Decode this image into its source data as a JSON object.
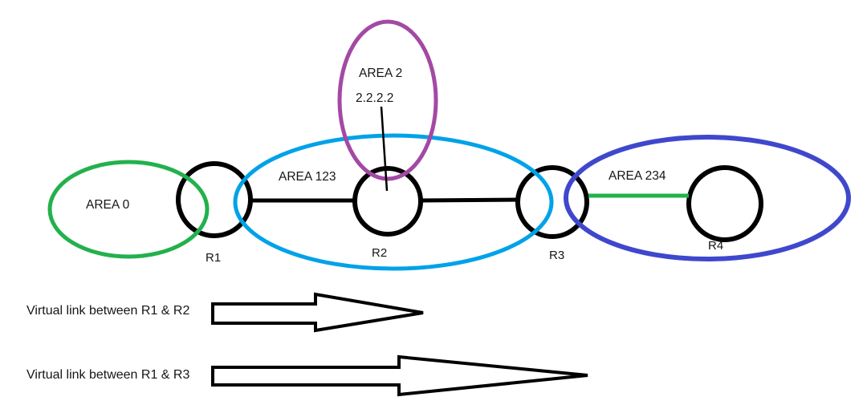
{
  "colors": {
    "black": "#000000",
    "area0_green": "#22B14C",
    "area123_cyan": "#00A2E8",
    "area2_purple": "#A349A4",
    "area234_indigo": "#3F48CC",
    "r3_r4_link_green": "#22B14C"
  },
  "areas": {
    "area0": {
      "label": "AREA 0"
    },
    "area123": {
      "label": "AREA 123"
    },
    "area2": {
      "label": "AREA 2",
      "router_id": "2.2.2.2"
    },
    "area234": {
      "label": "AREA 234"
    }
  },
  "routers": {
    "r1": {
      "label": "R1"
    },
    "r2": {
      "label": "R2"
    },
    "r3": {
      "label": "R3"
    },
    "r4": {
      "label": "R4"
    }
  },
  "legend": {
    "virtual_link_r1_r2": {
      "label": "Virtual link between R1 & R2"
    },
    "virtual_link_r1_r3": {
      "label": "Virtual link between R1 & R3"
    }
  }
}
